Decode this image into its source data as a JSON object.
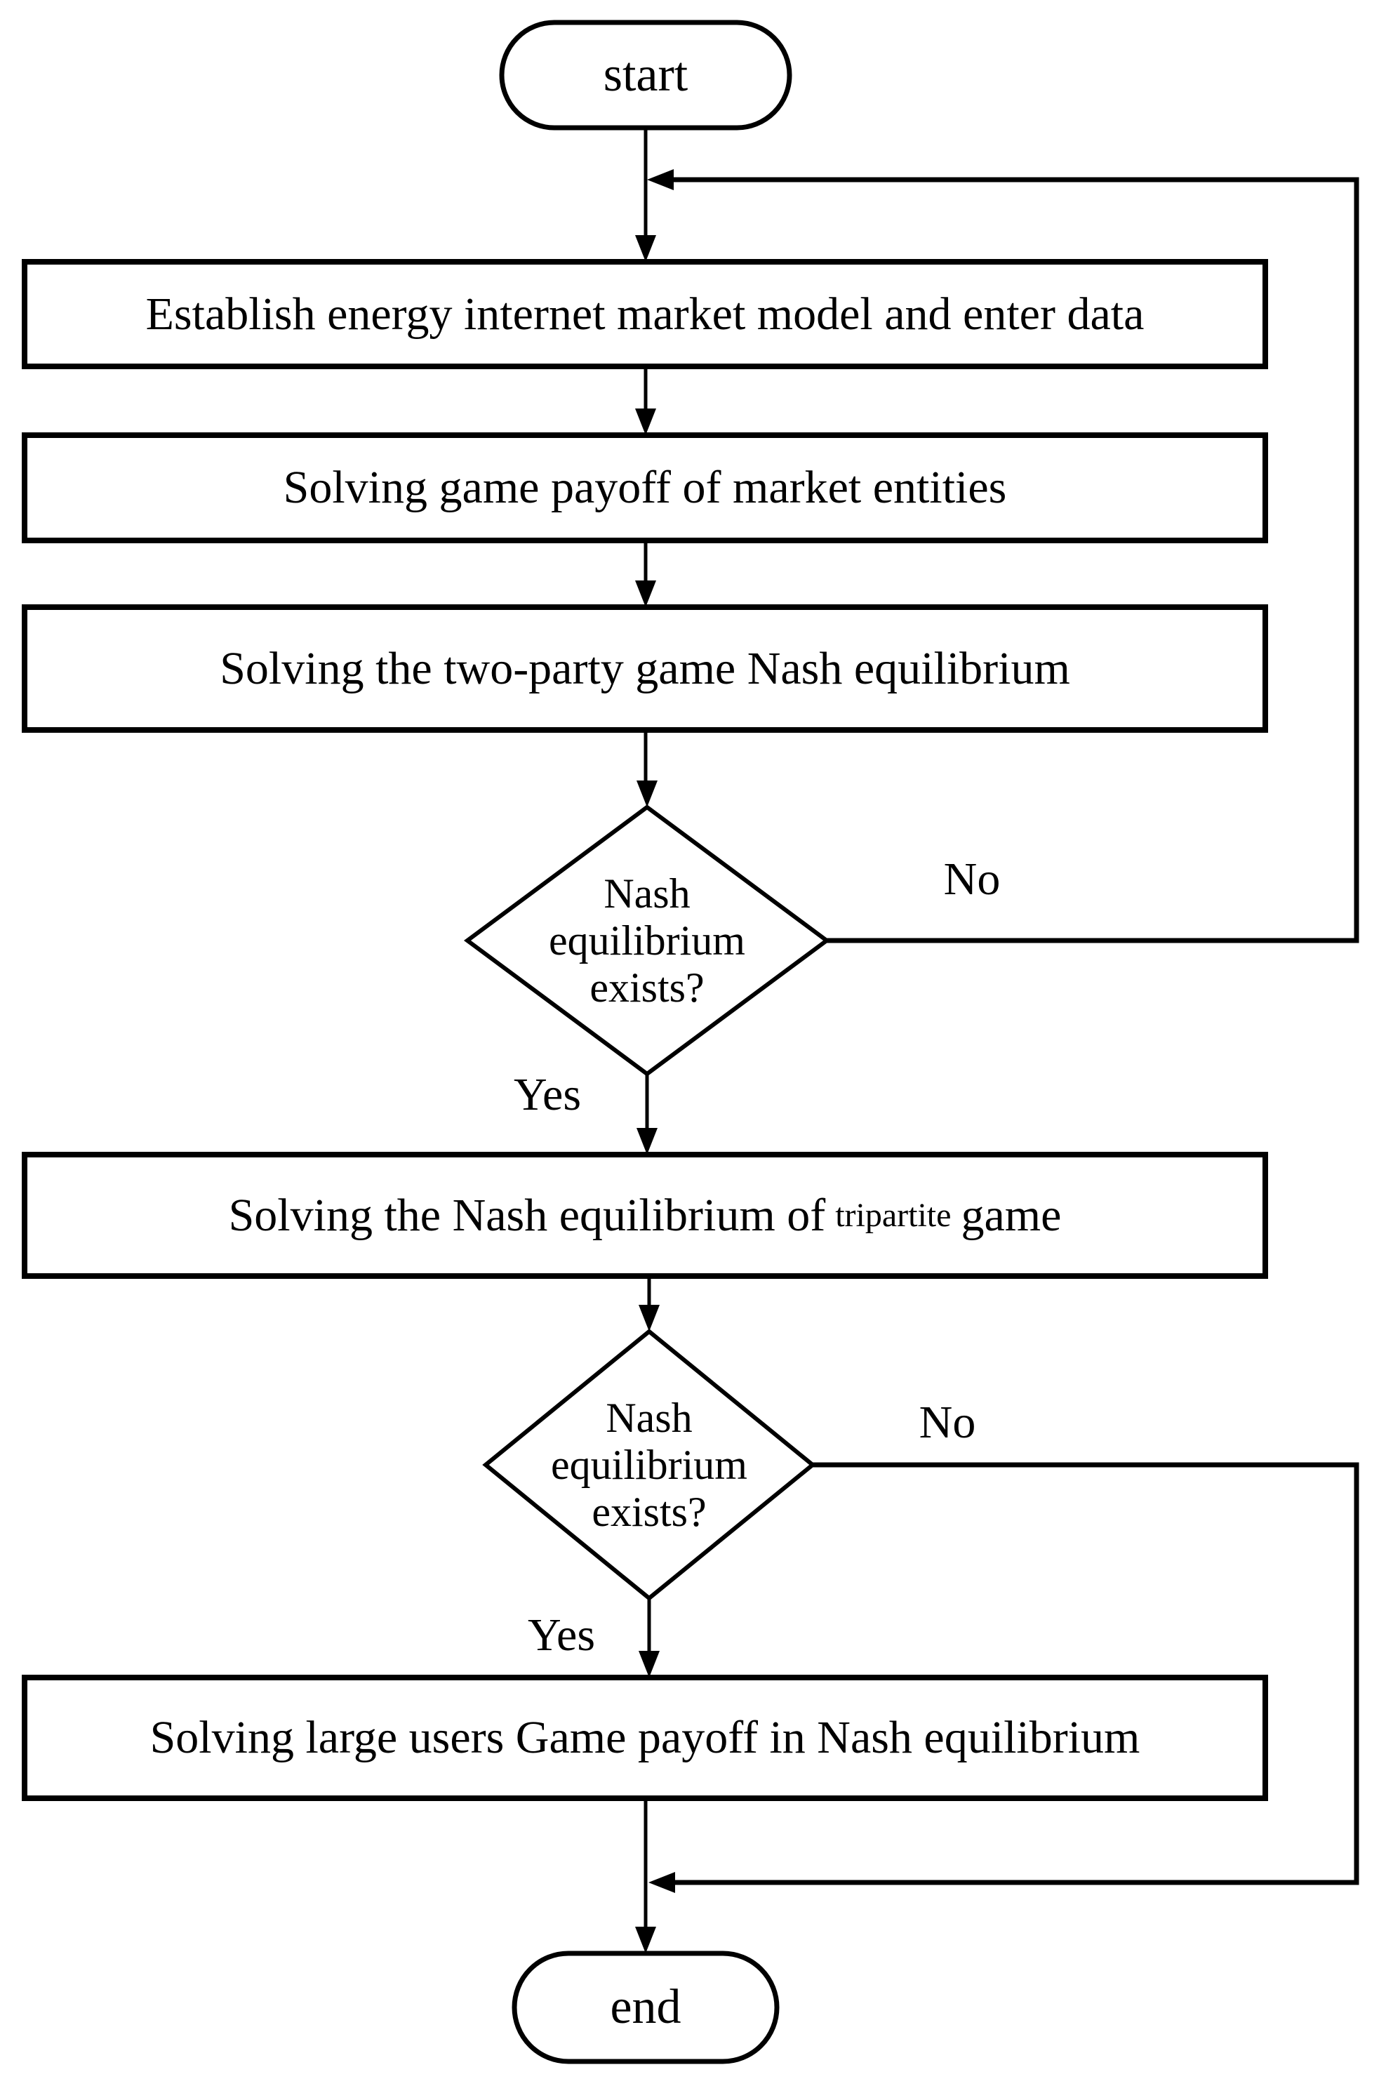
{
  "flowchart": {
    "colors": {
      "stroke": "#000000",
      "background": "#ffffff",
      "text": "#000000"
    },
    "start": {
      "label": "start"
    },
    "end": {
      "label": "end"
    },
    "processes": [
      {
        "label": "Establish  energy internet market model and enter data"
      },
      {
        "label": "Solving game payoff of market entities"
      },
      {
        "label": "Solving the two-party game Nash equilibrium"
      },
      {
        "prefix": "Solving the Nash equilibrium of",
        "small_word": "tripartite",
        "suffix": "game"
      },
      {
        "label": "Solving large users Game payoff in Nash equilibrium"
      }
    ],
    "decisions": [
      {
        "lines": [
          "Nash",
          "equilibrium",
          "exists?"
        ],
        "yes": "Yes",
        "no": "No"
      },
      {
        "lines": [
          "Nash",
          "equilibrium",
          "exists?"
        ],
        "yes": "Yes",
        "no": "No"
      }
    ]
  }
}
